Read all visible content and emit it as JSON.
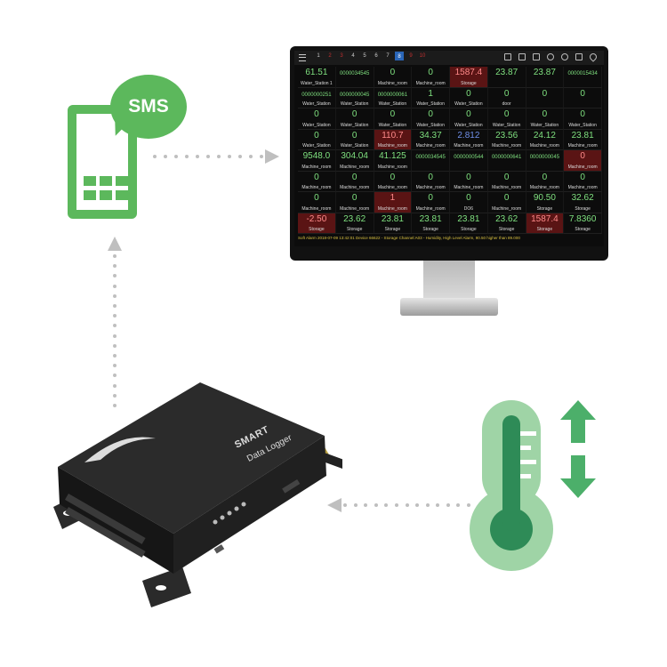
{
  "sms_bubble": {
    "label": "SMS"
  },
  "logger": {
    "brand": "SMART",
    "product": "Data Logger"
  },
  "dashboard": {
    "pages": [
      "1",
      "2",
      "3",
      "4",
      "5",
      "6",
      "7",
      "8",
      "9",
      "10"
    ],
    "selected_page": "8",
    "status_text": "Soft Alarm 2018-07-09 13:42:01 Device 66622 - Storage Channel:A03 - Humidity, High Level Alarm, 90.50 higher than 89.000",
    "cells": [
      {
        "v": "61.51",
        "n": "Water_Station 1"
      },
      {
        "v": "0000034545",
        "n": "",
        "s": 1
      },
      {
        "v": "0",
        "n": "Machine_room"
      },
      {
        "v": "0",
        "n": "Machine_room"
      },
      {
        "v": "1587.4",
        "n": "Storage",
        "a": 1
      },
      {
        "v": "23.87",
        "n": ""
      },
      {
        "v": "23.87",
        "n": ""
      },
      {
        "v": "0000015434",
        "n": "",
        "s": 1
      },
      {
        "v": "0000000251",
        "n": "Water_Station",
        "s": 1
      },
      {
        "v": "0000000045",
        "n": "Water_Station",
        "s": 1
      },
      {
        "v": "0000000061",
        "n": "Water_Station",
        "s": 1
      },
      {
        "v": "1",
        "n": "Water_Station"
      },
      {
        "v": "0",
        "n": "Water_Station"
      },
      {
        "v": "0",
        "n": "door"
      },
      {
        "v": "0",
        "n": ""
      },
      {
        "v": "0",
        "n": ""
      },
      {
        "v": "0",
        "n": "Water_Station"
      },
      {
        "v": "0",
        "n": "Water_Station"
      },
      {
        "v": "0",
        "n": "Water_Station"
      },
      {
        "v": "0",
        "n": "Water_Station"
      },
      {
        "v": "0",
        "n": "Water_Station"
      },
      {
        "v": "0",
        "n": "Water_Station"
      },
      {
        "v": "0",
        "n": "Water_Station"
      },
      {
        "v": "0",
        "n": "Water_Station"
      },
      {
        "v": "0",
        "n": "Water_Station"
      },
      {
        "v": "0",
        "n": "Water_Station"
      },
      {
        "v": "110.7",
        "n": "Machine_room",
        "a": 1
      },
      {
        "v": "34.37",
        "n": "Machine_room"
      },
      {
        "v": "2.812",
        "n": "Machine_room",
        "b": 1
      },
      {
        "v": "23.56",
        "n": "Machine_room"
      },
      {
        "v": "24.12",
        "n": "Machine_room"
      },
      {
        "v": "23.81",
        "n": "Machine_room"
      },
      {
        "v": "9548.0",
        "n": "Machine_room"
      },
      {
        "v": "304.04",
        "n": "Machine_room"
      },
      {
        "v": "41.125",
        "n": "Machine_room"
      },
      {
        "v": "0000034545",
        "n": "",
        "s": 1
      },
      {
        "v": "0000000544",
        "n": "",
        "s": 1
      },
      {
        "v": "0000000641",
        "n": "",
        "s": 1
      },
      {
        "v": "0000000045",
        "n": "",
        "s": 1
      },
      {
        "v": "0",
        "n": "Machine_room",
        "a": 1
      },
      {
        "v": "0",
        "n": "Machine_room"
      },
      {
        "v": "0",
        "n": "Machine_room"
      },
      {
        "v": "0",
        "n": "Machine_room"
      },
      {
        "v": "0",
        "n": "Machine_room"
      },
      {
        "v": "0",
        "n": "Machine_room"
      },
      {
        "v": "0",
        "n": "Machine_room"
      },
      {
        "v": "0",
        "n": "Machine_room"
      },
      {
        "v": "0",
        "n": "Machine_room"
      },
      {
        "v": "0",
        "n": "Machine_room"
      },
      {
        "v": "0",
        "n": "Machine_room"
      },
      {
        "v": "1",
        "n": "Machine_room",
        "a": 1
      },
      {
        "v": "0",
        "n": "Machine_room"
      },
      {
        "v": "0",
        "n": "DO6"
      },
      {
        "v": "0",
        "n": "Machine_room"
      },
      {
        "v": "90.50",
        "n": "Storage"
      },
      {
        "v": "32.62",
        "n": "Storage"
      },
      {
        "v": "-2.50",
        "n": "Storage",
        "a": 1,
        "b": 1
      },
      {
        "v": "23.62",
        "n": "Storage"
      },
      {
        "v": "23.81",
        "n": "Storage"
      },
      {
        "v": "23.81",
        "n": "Storage"
      },
      {
        "v": "23.81",
        "n": "Storage"
      },
      {
        "v": "23.62",
        "n": "Storage"
      },
      {
        "v": "1587.4",
        "n": "Storage",
        "a": 1
      },
      {
        "v": "7.8360",
        "n": "Storage"
      }
    ]
  },
  "colors": {
    "green": "#5cb85c",
    "thermo_light": "#9fd4a6",
    "thermo_dark": "#2e8b57",
    "arrow_gray": "#bfbfbf",
    "alarm_red": "#5a1414",
    "value_green": "#7fe07f"
  }
}
